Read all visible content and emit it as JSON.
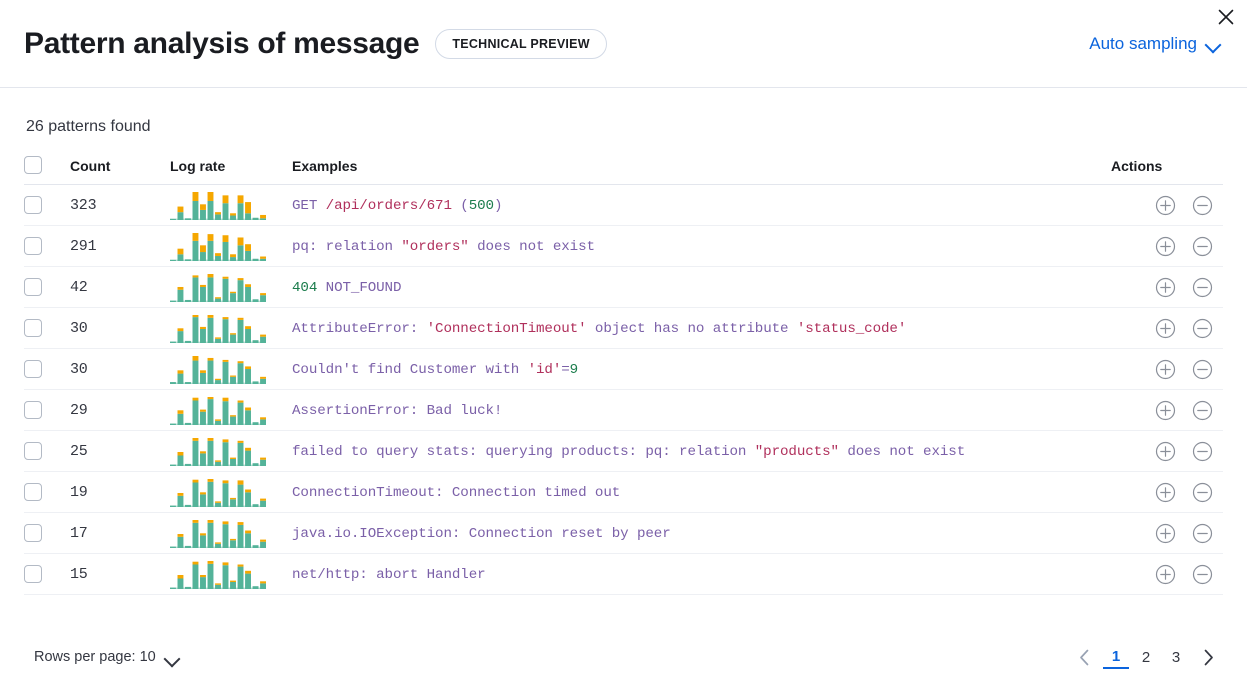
{
  "header": {
    "title": "Pattern analysis of message",
    "badge": "TECHNICAL PREVIEW",
    "sampling_label": "Auto sampling",
    "chevron_icon": "chevron-down-icon",
    "close_icon": "close-icon"
  },
  "summary": {
    "found_text": "26 patterns found"
  },
  "table": {
    "columns": {
      "select": "",
      "count": "Count",
      "log_rate": "Log rate",
      "examples": "Examples",
      "actions": "Actions"
    },
    "rows": [
      {
        "count": "323",
        "example_parts": [
          {
            "t": "GET ",
            "c": "kw"
          },
          {
            "t": "/api/orders/671",
            "c": "str"
          },
          {
            "t": " (",
            "c": "kw"
          },
          {
            "t": "500",
            "c": "num"
          },
          {
            "t": ")",
            "c": "kw"
          }
        ],
        "spark": {
          "teal": [
            2,
            14,
            3,
            34,
            18,
            34,
            10,
            30,
            8,
            30,
            12,
            4,
            3
          ],
          "orange": [
            0,
            10,
            0,
            16,
            10,
            16,
            4,
            14,
            4,
            14,
            20,
            0,
            6
          ]
        }
      },
      {
        "count": "291",
        "example_parts": [
          {
            "t": "pq: relation ",
            "c": "kw"
          },
          {
            "t": "\"orders\"",
            "c": "str"
          },
          {
            "t": " does not exist",
            "c": "kw"
          }
        ],
        "spark": {
          "teal": [
            2,
            12,
            3,
            36,
            16,
            36,
            9,
            34,
            7,
            28,
            18,
            4,
            4
          ],
          "orange": [
            0,
            10,
            0,
            14,
            12,
            12,
            5,
            12,
            5,
            14,
            12,
            0,
            4
          ]
        }
      },
      {
        "count": "42",
        "example_parts": [
          {
            "t": "404",
            "c": "num"
          },
          {
            "t": " NOT_FOUND",
            "c": "kw"
          }
        ],
        "spark": {
          "teal": [
            2,
            18,
            3,
            36,
            22,
            36,
            5,
            34,
            13,
            32,
            22,
            4,
            10
          ],
          "orange": [
            0,
            4,
            0,
            3,
            3,
            5,
            2,
            3,
            2,
            3,
            4,
            0,
            3
          ]
        }
      },
      {
        "count": "30",
        "example_parts": [
          {
            "t": "AttributeError: ",
            "c": "kw"
          },
          {
            "t": "'ConnectionTimeout'",
            "c": "str"
          },
          {
            "t": " object has no attribute ",
            "c": "kw"
          },
          {
            "t": "'status_code'",
            "c": "str"
          }
        ],
        "spark": {
          "teal": [
            2,
            17,
            3,
            37,
            20,
            36,
            6,
            34,
            12,
            33,
            20,
            4,
            9
          ],
          "orange": [
            0,
            4,
            0,
            3,
            3,
            4,
            2,
            3,
            2,
            3,
            4,
            0,
            3
          ]
        }
      },
      {
        "count": "30",
        "example_parts": [
          {
            "t": "Couldn't find Customer with ",
            "c": "kw"
          },
          {
            "t": "'id'",
            "c": "str"
          },
          {
            "t": "=",
            "c": "kw"
          },
          {
            "t": "9",
            "c": "num"
          }
        ],
        "spark": {
          "teal": [
            3,
            16,
            3,
            36,
            17,
            36,
            6,
            34,
            11,
            32,
            23,
            4,
            8
          ],
          "orange": [
            0,
            5,
            0,
            7,
            4,
            4,
            2,
            3,
            2,
            3,
            4,
            0,
            3
          ]
        }
      },
      {
        "count": "29",
        "example_parts": [
          {
            "t": "AssertionError: Bad luck!",
            "c": "kw"
          }
        ],
        "spark": {
          "teal": [
            2,
            16,
            3,
            35,
            19,
            37,
            6,
            34,
            12,
            32,
            21,
            4,
            8
          ],
          "orange": [
            0,
            5,
            0,
            4,
            3,
            3,
            2,
            5,
            2,
            3,
            4,
            0,
            3
          ]
        }
      },
      {
        "count": "25",
        "example_parts": [
          {
            "t": "failed to query stats: querying products: pq: relation ",
            "c": "kw"
          },
          {
            "t": "\"products\"",
            "c": "str"
          },
          {
            "t": " does not exist",
            "c": "kw"
          }
        ],
        "spark": {
          "teal": [
            2,
            15,
            3,
            36,
            18,
            36,
            6,
            34,
            10,
            33,
            22,
            4,
            9
          ],
          "orange": [
            0,
            5,
            0,
            4,
            3,
            4,
            2,
            4,
            2,
            3,
            4,
            0,
            3
          ]
        }
      },
      {
        "count": "19",
        "example_parts": [
          {
            "t": "ConnectionTimeout: Connection timed out",
            "c": "kw"
          }
        ],
        "spark": {
          "teal": [
            2,
            16,
            3,
            35,
            18,
            36,
            6,
            34,
            11,
            32,
            21,
            4,
            9
          ],
          "orange": [
            0,
            4,
            0,
            4,
            3,
            4,
            2,
            4,
            2,
            6,
            4,
            0,
            3
          ]
        }
      },
      {
        "count": "17",
        "example_parts": [
          {
            "t": "java.io.IOException: Connection reset by peer",
            "c": "kw"
          }
        ],
        "spark": {
          "teal": [
            2,
            16,
            3,
            36,
            18,
            36,
            6,
            34,
            11,
            33,
            21,
            4,
            9
          ],
          "orange": [
            0,
            4,
            0,
            4,
            3,
            4,
            2,
            4,
            2,
            4,
            4,
            0,
            3
          ]
        }
      },
      {
        "count": "15",
        "example_parts": [
          {
            "t": "net/http: abort Handler",
            "c": "kw"
          }
        ],
        "spark": {
          "teal": [
            2,
            15,
            3,
            35,
            17,
            36,
            6,
            34,
            10,
            32,
            22,
            4,
            8
          ],
          "orange": [
            0,
            5,
            0,
            4,
            3,
            4,
            2,
            4,
            2,
            3,
            4,
            0,
            3
          ]
        }
      }
    ],
    "row_actions": {
      "add_icon": "circle-plus-icon",
      "remove_icon": "circle-minus-icon"
    }
  },
  "footer": {
    "rows_per_page_label": "Rows per page: 10",
    "rows_per_page_icon": "chevron-down-icon",
    "prev_icon": "chevron-left-icon",
    "next_icon": "chevron-right-icon",
    "pages": [
      "1",
      "2",
      "3"
    ],
    "active_page": "1"
  },
  "colors": {
    "accent": "#0b64dd",
    "spark_teal": "#54b399",
    "spark_orange": "#f5a700",
    "token_keyword": "#7b60a8",
    "token_string": "#b0305c",
    "token_number": "#1c7d4d"
  }
}
